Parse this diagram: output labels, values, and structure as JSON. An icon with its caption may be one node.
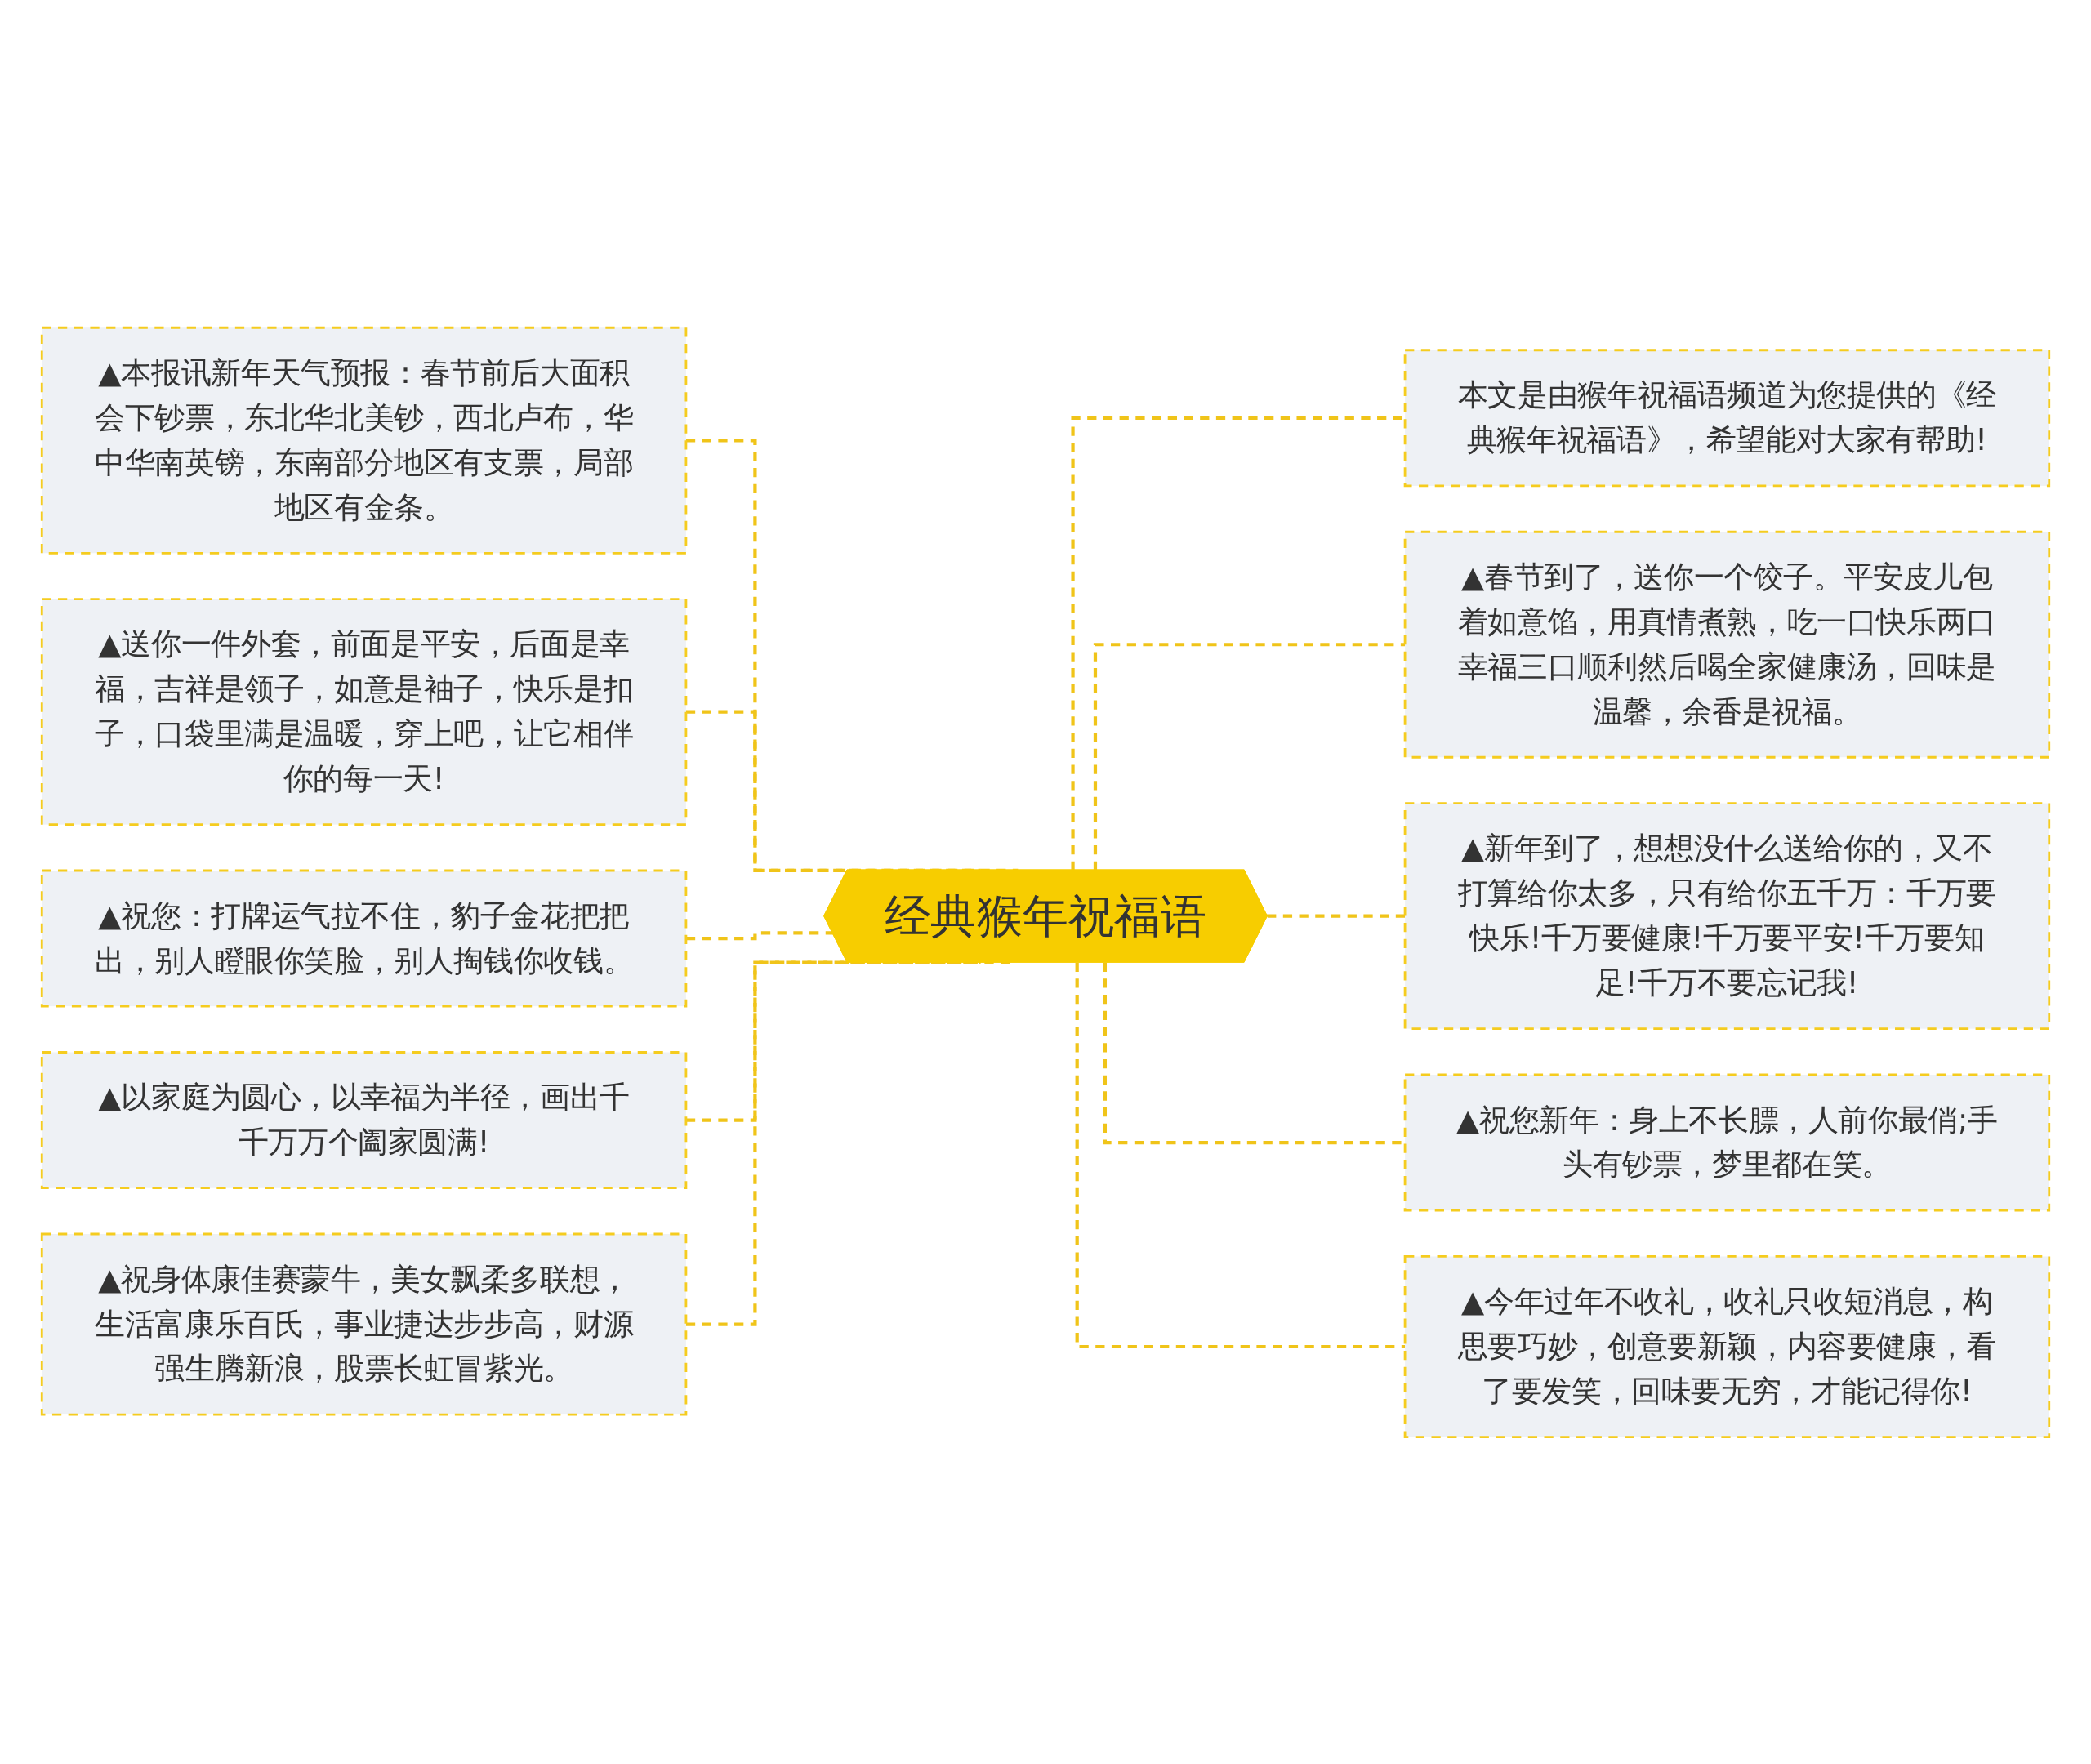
{
  "diagram": {
    "nodes": [
      {
        "text": [
          "经典猴年祝福语"
        ]
      },
      {
        "text": [
          "▲本报讯新年天气预报：春节前后大面积会下钞票，东北华北美钞，西北卢布，华中华南英镑，东南部分地区有支票，局部地区有金条。"
        ]
      },
      {
        "text": [
          "▲送你一件外套，前面是平安，后面是幸福，吉祥是领子，如意是袖子，快乐是扣子，口袋里满是温暖，穿上吧，让它相伴你的每一天!"
        ]
      },
      {
        "text": [
          "▲祝您：打牌运气拉不住，豹子金花把把出，别人瞪眼你笑脸，别人掏钱你收钱。"
        ]
      },
      {
        "text": [
          "▲以家庭为圆心，以幸福为半径，画出千千万万个阖家圆满!"
        ]
      },
      {
        "text": [
          "▲祝身体康佳赛蒙牛，美女飘柔多联想，生活富康乐百氏，事业捷达步步高，财源强生腾新浪，股票长虹冒紫光。"
        ]
      },
      {
        "text": [
          "本文是由猴年祝福语频道为您提供的《经典猴年祝福语》，希望能对大家有帮助!"
        ]
      },
      {
        "text": [
          "▲春节到了，送你一个饺子。平安皮儿包着如意馅，用真情煮熟，吃一口快乐两口幸福三口顺利然后喝全家健康汤，回味是温馨，余香是祝福。"
        ]
      },
      {
        "text": [
          "▲新年到了，想想没什么送给你的，又不打算给你太多，只有给你五千万：千万要快乐!千万要健康!千万要平安!千万要知足!千万不要忘记我!"
        ]
      },
      {
        "text": [
          "▲祝您新年：身上不长膘，人前你最俏;手头有钞票，梦里都在笑。"
        ]
      },
      {
        "text": [
          "▲今年过年不收礼，收礼只收短消息，构思要巧妙，创意要新颖，内容要健康，看了要发笑，回味要无穷，才能记得你!"
        ]
      }
    ],
    "edges": [
      {
        "from": 0,
        "to": 1,
        "arrow": "none",
        "style": "dashed"
      },
      {
        "from": 0,
        "to": 2,
        "arrow": "none",
        "style": "dashed"
      },
      {
        "from": 0,
        "to": 3,
        "arrow": "none",
        "style": "dashed"
      },
      {
        "from": 0,
        "to": 4,
        "arrow": "none",
        "style": "dashed"
      },
      {
        "from": 0,
        "to": 5,
        "arrow": "none",
        "style": "dashed"
      },
      {
        "from": 0,
        "to": 6,
        "arrow": "none",
        "style": "dashed"
      },
      {
        "from": 0,
        "to": 7,
        "arrow": "none",
        "style": "dashed"
      },
      {
        "from": 0,
        "to": 8,
        "arrow": "none",
        "style": "dashed"
      },
      {
        "from": 0,
        "to": 9,
        "arrow": "none",
        "style": "dashed"
      },
      {
        "from": 0,
        "to": 10,
        "arrow": "none",
        "style": "dashed"
      }
    ]
  }
}
